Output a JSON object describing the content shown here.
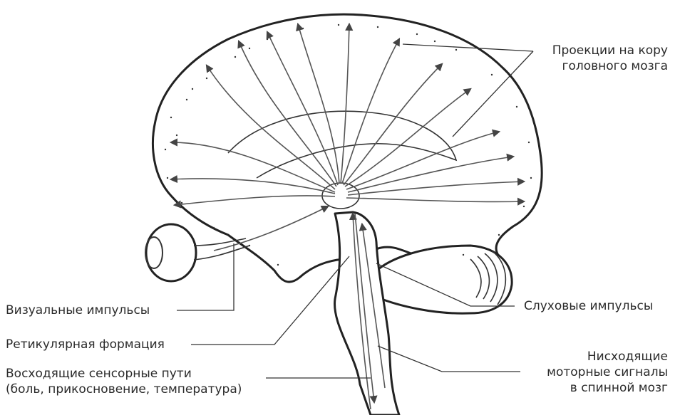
{
  "labels": {
    "cortex_projections": [
      "Проекции на кору",
      "головного мозга"
    ],
    "visual_impulses": "Визуальные импульсы",
    "reticular_formation": "Ретикулярная формация",
    "ascending_paths": [
      "Восходящие сенсорные пути",
      "(боль, прикосновение, температура)"
    ],
    "auditory_impulses": "Слуховые импульсы",
    "descending_signals": [
      "Нисходящие",
      "моторные сигналы",
      "в спинной мозг"
    ]
  },
  "colors": {
    "ink": "#222222",
    "ray": "#555555",
    "background": "#ffffff"
  }
}
